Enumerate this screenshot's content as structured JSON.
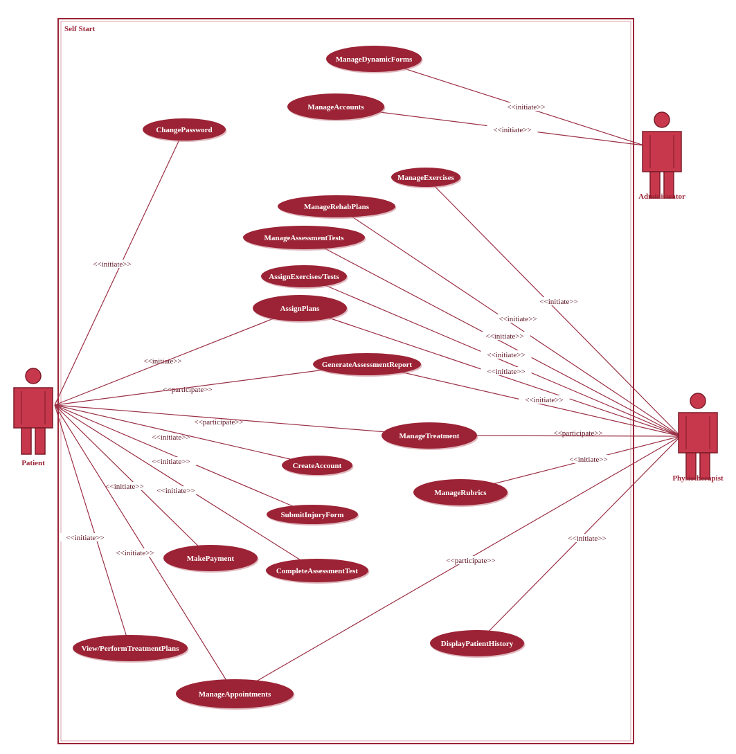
{
  "system": {
    "title": "Self Start"
  },
  "colors": {
    "usecase": "#9b2335",
    "actor": "#c8384c",
    "line": "#9b3045",
    "label": "#5a1020"
  },
  "actors": [
    {
      "id": "patient",
      "name": "Patient"
    },
    {
      "id": "administrator",
      "name": "Administrator"
    },
    {
      "id": "physiotherapist",
      "name": "Physiotherapist"
    }
  ],
  "usecases": [
    {
      "id": "dynamicforms",
      "label": "ManageDynamicForms"
    },
    {
      "id": "accounts",
      "label": "ManageAccounts"
    },
    {
      "id": "changepw",
      "label": "ChangePassword"
    },
    {
      "id": "exercises",
      "label": "ManageExercises"
    },
    {
      "id": "rehab",
      "label": "ManageRehabPlans"
    },
    {
      "id": "assessment",
      "label": "ManageAssessmentTests"
    },
    {
      "id": "assignex",
      "label": "AssignExercises/Tests"
    },
    {
      "id": "assignplans",
      "label": "AssignPlans"
    },
    {
      "id": "genreport",
      "label": "GenerateAssessmentReport"
    },
    {
      "id": "treatment",
      "label": "ManageTreatment"
    },
    {
      "id": "createacct",
      "label": "CreateAccount"
    },
    {
      "id": "rubrics",
      "label": "ManageRubrics"
    },
    {
      "id": "injury",
      "label": "SubmitInjuryForm"
    },
    {
      "id": "payment",
      "label": "MakePayment"
    },
    {
      "id": "completetest",
      "label": "CompleteAssessmentTest"
    },
    {
      "id": "viewplans",
      "label": "View/PerformTreatmentPlans"
    },
    {
      "id": "history",
      "label": "DisplayPatientHistory"
    },
    {
      "id": "appointments",
      "label": "ManageAppointments"
    }
  ],
  "associations": [
    {
      "from": "administrator",
      "to": "dynamicforms",
      "label": "<<initiate>>"
    },
    {
      "from": "administrator",
      "to": "accounts",
      "label": "<<initiate>>"
    },
    {
      "from": "patient",
      "to": "changepw",
      "label": "<<initiate>>"
    },
    {
      "from": "physiotherapist",
      "to": "exercises",
      "label": "<<initiate>>"
    },
    {
      "from": "physiotherapist",
      "to": "rehab",
      "label": "<<initiate>>"
    },
    {
      "from": "physiotherapist",
      "to": "assessment",
      "label": "<<initiate>>"
    },
    {
      "from": "physiotherapist",
      "to": "assignex",
      "label": "<<initiate>>"
    },
    {
      "from": "physiotherapist",
      "to": "assignplans",
      "label": "<<initiate>>"
    },
    {
      "from": "physiotherapist",
      "to": "genreport",
      "label": "<<initiate>>"
    },
    {
      "from": "patient",
      "to": "assignplans",
      "label": "<<participate>>"
    },
    {
      "from": "patient",
      "to": "genreport",
      "label": "<<participate>>"
    },
    {
      "from": "patient",
      "to": "treatment",
      "label": "<<participate>>"
    },
    {
      "from": "physiotherapist",
      "to": "treatment",
      "label": "<<initiate>>"
    },
    {
      "from": "patient",
      "to": "createacct",
      "label": "<<initiate>>"
    },
    {
      "from": "physiotherapist",
      "to": "rubrics",
      "label": "<<initiate>>"
    },
    {
      "from": "patient",
      "to": "injury",
      "label": "<<initiate>>"
    },
    {
      "from": "patient",
      "to": "payment",
      "label": "<<initiate>>"
    },
    {
      "from": "patient",
      "to": "completetest",
      "label": "<<initiate>>"
    },
    {
      "from": "patient",
      "to": "viewplans",
      "label": "<<initiate>>"
    },
    {
      "from": "patient",
      "to": "appointments",
      "label": "<<initiate>>"
    },
    {
      "from": "physiotherapist",
      "to": "appointments",
      "label": "<<participate>>"
    },
    {
      "from": "physiotherapist",
      "to": "history",
      "label": "<<initiate>>"
    }
  ]
}
